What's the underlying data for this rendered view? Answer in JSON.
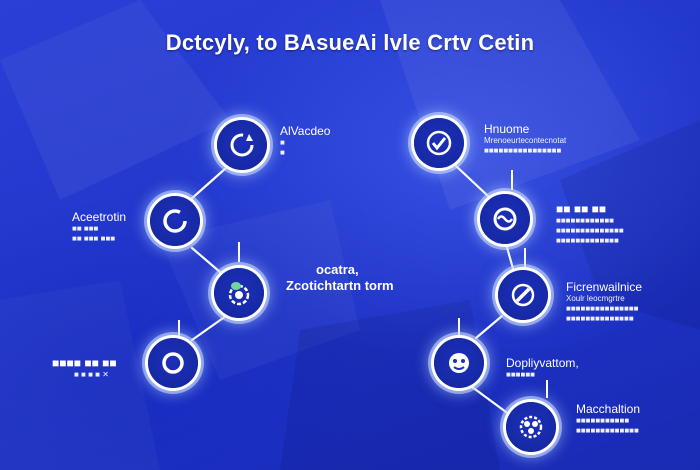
{
  "title": "Dctcyly, to BAsueAi lvle Crtv Cetin",
  "left_branch": {
    "n1": {
      "title": "AlVacdeo",
      "lines": [
        "■",
        "■"
      ]
    },
    "n2": {
      "title": "Aceetrotin",
      "lines": [
        "■■ ■■■",
        "■■ ■■■ ■■■"
      ]
    },
    "n3": {
      "title": "ocatra,",
      "subtitle": "Zcotichtartn torm"
    },
    "n4": {
      "title": "■■■■ ■■ ■■",
      "lines": [
        "■ ■ ■ ■ ✕"
      ]
    }
  },
  "right_branch": {
    "n1": {
      "title": "Hnuome",
      "lines": [
        "Mrenoeurtecontecnotat",
        "■■■■■■■■■■■■■■■■"
      ]
    },
    "n2": {
      "title": "■■ ■■ ■■",
      "lines": [
        "■■■■■■■■■■■■",
        "■■■■■■■■■■■■■■",
        "■■■■■■■■■■■■■"
      ]
    },
    "n3": {
      "title": "Ficrenwailnice",
      "lines": [
        "Xoulr leocmgrtre",
        "■■■■■■■■■■■■■■■",
        "■■■■■■■■■■■■■■"
      ]
    },
    "n4": {
      "title": "Dopliyvattom,",
      "lines": [
        "■■■■■■"
      ]
    },
    "n5": {
      "title": "Macchaltion",
      "lines": [
        "■■■■■■■■■■■",
        "■■■■■■■■■■■■■"
      ]
    }
  }
}
